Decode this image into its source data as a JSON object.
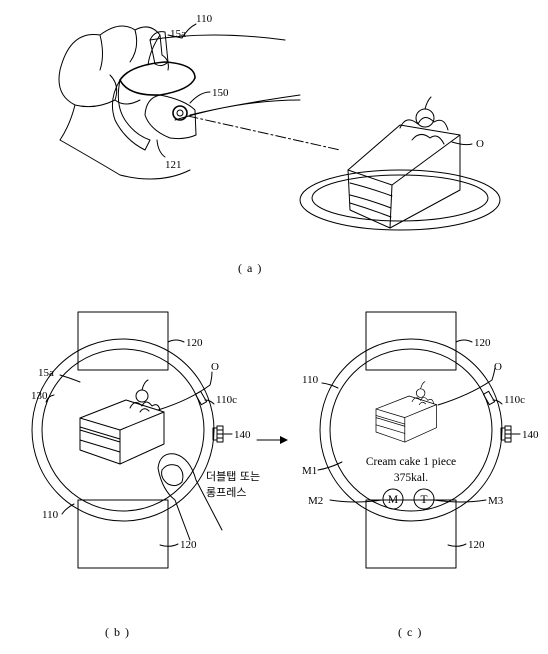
{
  "panel_a": {
    "caption": "( a )",
    "labels": {
      "display": "15a",
      "body": "110",
      "camera": "150",
      "band": "121",
      "object": "O"
    }
  },
  "panel_b": {
    "caption": "( b )",
    "labels": {
      "band_top": "120",
      "band_bottom": "120",
      "display": "15a",
      "bezel": "130",
      "object": "O",
      "button": "110c",
      "crown": "140",
      "body": "110"
    },
    "gesture_text": [
      "더블탭 또는",
      "롱프레스"
    ]
  },
  "panel_c": {
    "caption": "( c )",
    "labels": {
      "band_top": "120",
      "band_bottom": "120",
      "body": "110",
      "object": "O",
      "button": "110c",
      "crown": "140",
      "m1": "M1",
      "m2": "M2",
      "m3": "M3"
    },
    "food_name": "Cream cake 1 piece",
    "calories": "375kal.",
    "menu_buttons": {
      "m": "M",
      "t": "T"
    }
  }
}
